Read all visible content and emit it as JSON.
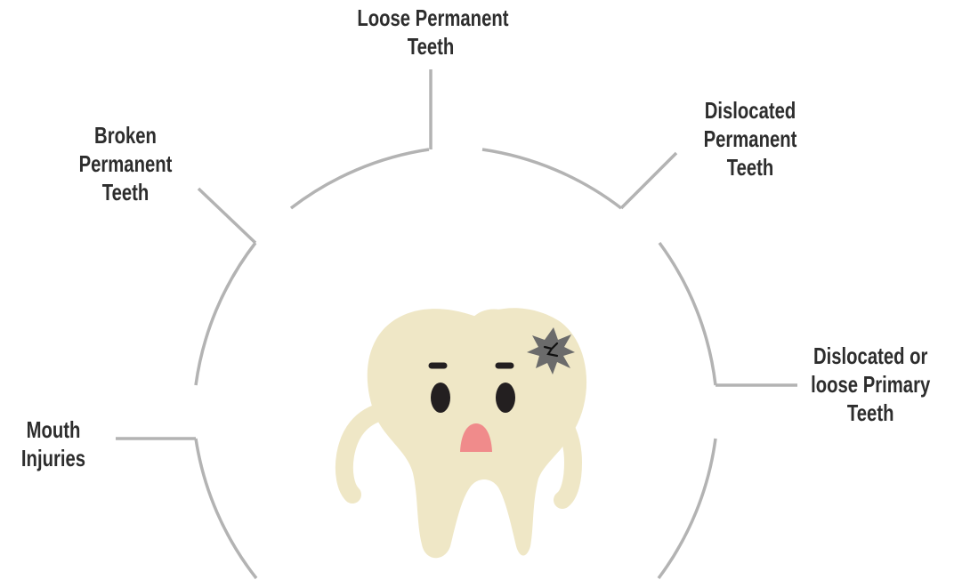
{
  "labels": {
    "loose_permanent": [
      "Loose Permanent",
      "Teeth"
    ],
    "dislocated_permanent": [
      "Dislocated",
      "Permanent",
      "Teeth"
    ],
    "broken_permanent": [
      "Broken",
      "Permanent",
      "Teeth"
    ],
    "dislocated_or_loose_primary": [
      "Dislocated or",
      "loose Primary",
      "Teeth"
    ],
    "mouth_injuries": [
      "Mouth",
      "Injuries"
    ]
  },
  "colors": {
    "connector_line": "#b3b3b3",
    "label_text": "#2d2d2d",
    "tooth_body": "#efe7c6",
    "tooth_eyes": "#231f20",
    "tooth_mouth": "#f08b8b",
    "crack_mark": "#6b6b6b"
  },
  "icons": {
    "central_figure": "sad-tooth-icon",
    "damage_mark": "crack-icon"
  }
}
